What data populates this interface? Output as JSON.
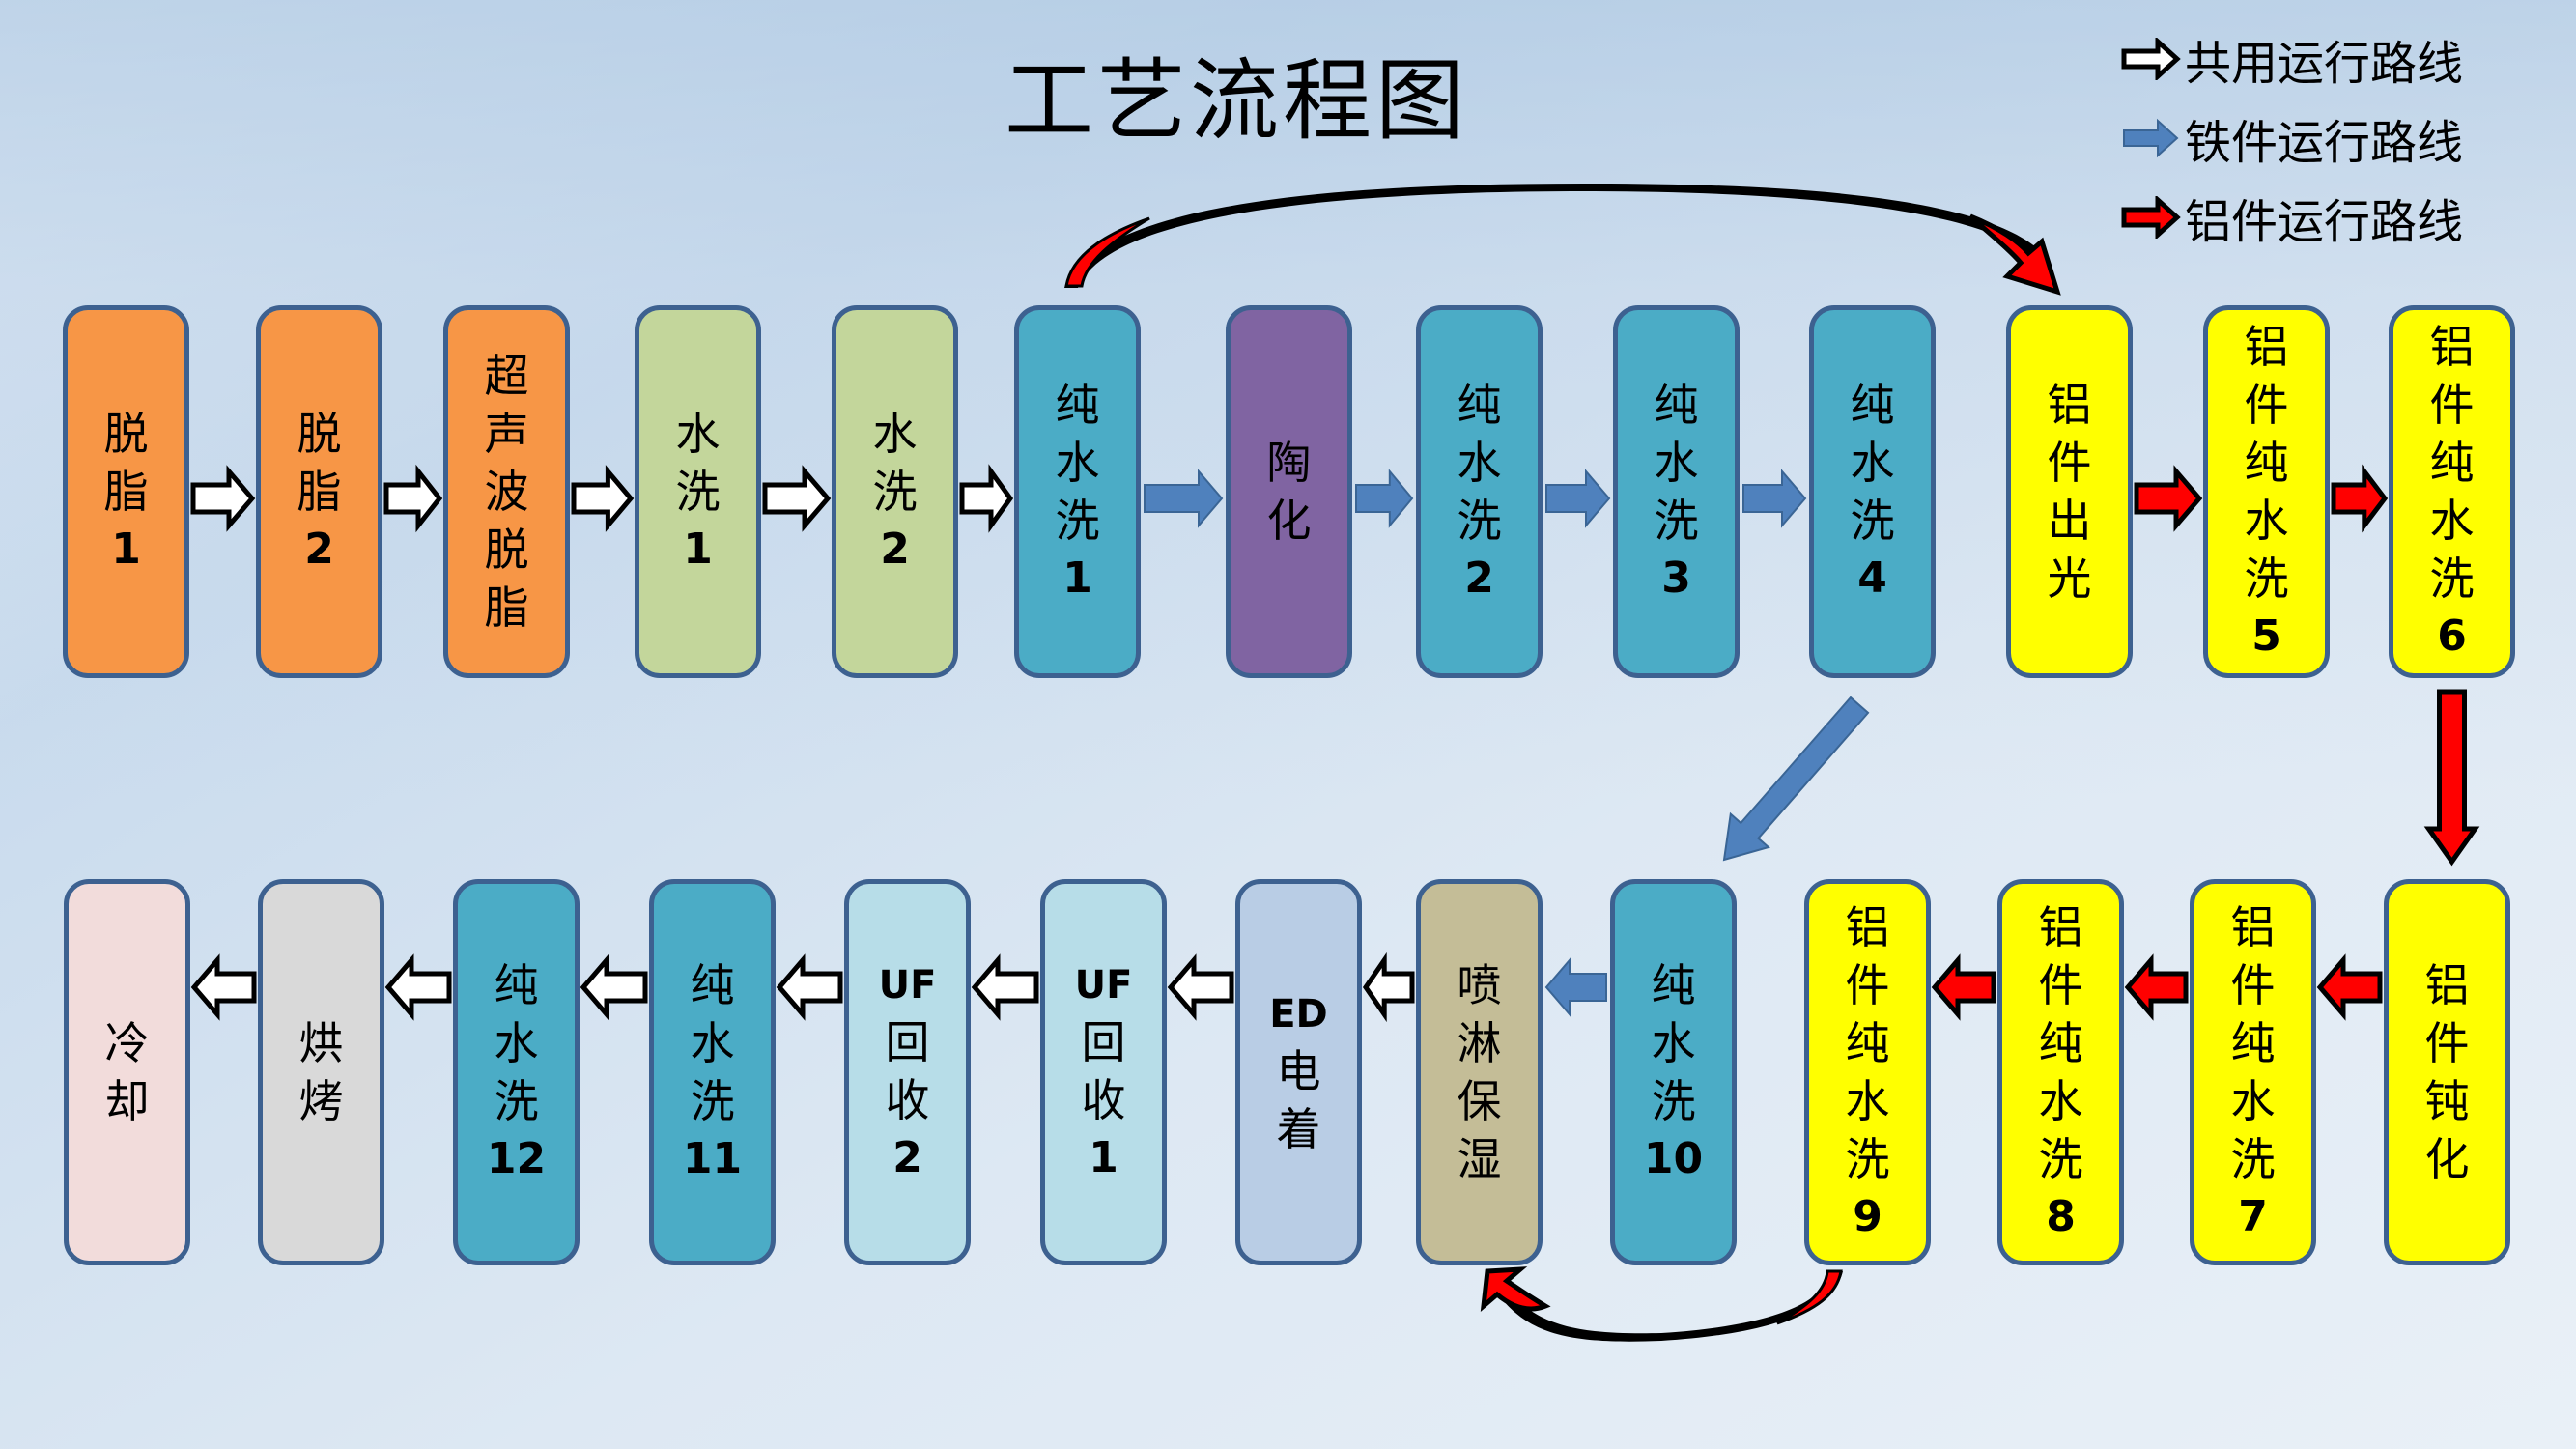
{
  "title": "工艺流程图",
  "legend": [
    {
      "label": "共用运行路线",
      "kind": "shared",
      "color": "#ffffff"
    },
    {
      "label": "铁件运行路线",
      "kind": "iron",
      "color": "#4f81bd"
    },
    {
      "label": "铝件运行路线",
      "kind": "aluminum",
      "color": "#ff0000"
    }
  ],
  "colors": {
    "orange": "#f79646",
    "green": "#c3d69b",
    "teal": "#4bacc6",
    "purple": "#8064a2",
    "yellow": "#ffff00",
    "lightblue": "#b7dde8",
    "steelblue": "#b9cde5",
    "khaki": "#c4bd97",
    "gray": "#d9d9d9",
    "pink": "#f2dcdb",
    "border": "#3d6190"
  },
  "top_row": [
    {
      "id": "s1",
      "chars": [
        "脱",
        "脂"
      ],
      "num": "1",
      "color": "orange"
    },
    {
      "id": "s2",
      "chars": [
        "脱",
        "脂"
      ],
      "num": "2",
      "color": "orange"
    },
    {
      "id": "s3",
      "chars": [
        "超",
        "声",
        "波",
        "脱",
        "脂"
      ],
      "num": "",
      "color": "orange"
    },
    {
      "id": "s4",
      "chars": [
        "水",
        "洗"
      ],
      "num": "1",
      "color": "green"
    },
    {
      "id": "s5",
      "chars": [
        "水",
        "洗"
      ],
      "num": "2",
      "color": "green"
    },
    {
      "id": "s6",
      "chars": [
        "纯",
        "水",
        "洗"
      ],
      "num": "1",
      "color": "teal"
    },
    {
      "id": "s7",
      "chars": [
        "陶",
        "化"
      ],
      "num": "",
      "color": "purple"
    },
    {
      "id": "s8",
      "chars": [
        "纯",
        "水",
        "洗"
      ],
      "num": "2",
      "color": "teal"
    },
    {
      "id": "s9",
      "chars": [
        "纯",
        "水",
        "洗"
      ],
      "num": "3",
      "color": "teal"
    },
    {
      "id": "s10",
      "chars": [
        "纯",
        "水",
        "洗"
      ],
      "num": "4",
      "color": "teal"
    },
    {
      "id": "s11",
      "chars": [
        "铝",
        "件",
        "出",
        "光"
      ],
      "num": "",
      "color": "yellow"
    },
    {
      "id": "s12",
      "chars": [
        "铝",
        "件",
        "纯",
        "水",
        "洗"
      ],
      "num": "5",
      "color": "yellow"
    },
    {
      "id": "s13",
      "chars": [
        "铝",
        "件",
        "纯",
        "水",
        "洗"
      ],
      "num": "6",
      "color": "yellow"
    }
  ],
  "bottom_row": [
    {
      "id": "b1",
      "chars": [
        "冷",
        "却"
      ],
      "prefix": "",
      "num": "",
      "color": "pink"
    },
    {
      "id": "b2",
      "chars": [
        "烘",
        "烤"
      ],
      "prefix": "",
      "num": "",
      "color": "gray"
    },
    {
      "id": "b3",
      "chars": [
        "纯",
        "水",
        "洗"
      ],
      "prefix": "",
      "num": "12",
      "color": "teal"
    },
    {
      "id": "b4",
      "chars": [
        "纯",
        "水",
        "洗"
      ],
      "prefix": "",
      "num": "11",
      "color": "teal"
    },
    {
      "id": "b5",
      "chars": [
        "回",
        "收"
      ],
      "prefix": "UF",
      "num": "2",
      "color": "lightblue"
    },
    {
      "id": "b6",
      "chars": [
        "回",
        "收"
      ],
      "prefix": "UF",
      "num": "1",
      "color": "lightblue"
    },
    {
      "id": "b7",
      "chars": [
        "电",
        "着"
      ],
      "prefix": "ED",
      "num": "",
      "color": "steelblue"
    },
    {
      "id": "b8",
      "chars": [
        "喷",
        "淋",
        "保",
        "湿"
      ],
      "prefix": "",
      "num": "",
      "color": "khaki"
    },
    {
      "id": "b9",
      "chars": [
        "纯",
        "水",
        "洗"
      ],
      "prefix": "",
      "num": "10",
      "color": "teal"
    },
    {
      "id": "b10",
      "chars": [
        "铝",
        "件",
        "纯",
        "水",
        "洗"
      ],
      "prefix": "",
      "num": "9",
      "color": "yellow"
    },
    {
      "id": "b11",
      "chars": [
        "铝",
        "件",
        "纯",
        "水",
        "洗"
      ],
      "prefix": "",
      "num": "8",
      "color": "yellow"
    },
    {
      "id": "b12",
      "chars": [
        "铝",
        "件",
        "纯",
        "水",
        "洗"
      ],
      "prefix": "",
      "num": "7",
      "color": "yellow"
    },
    {
      "id": "b13",
      "chars": [
        "铝",
        "件",
        "钝",
        "化"
      ],
      "prefix": "",
      "num": "",
      "color": "yellow"
    }
  ],
  "connections": [
    {
      "from": "s1",
      "to": "s2",
      "route": "shared"
    },
    {
      "from": "s2",
      "to": "s3",
      "route": "shared"
    },
    {
      "from": "s3",
      "to": "s4",
      "route": "shared"
    },
    {
      "from": "s4",
      "to": "s5",
      "route": "shared"
    },
    {
      "from": "s5",
      "to": "s6",
      "route": "shared"
    },
    {
      "from": "s6",
      "to": "s7",
      "route": "iron"
    },
    {
      "from": "s7",
      "to": "s8",
      "route": "iron"
    },
    {
      "from": "s8",
      "to": "s9",
      "route": "iron"
    },
    {
      "from": "s9",
      "to": "s10",
      "route": "iron"
    },
    {
      "from": "s6",
      "to": "s11",
      "route": "aluminum",
      "style": "curved-over"
    },
    {
      "from": "s11",
      "to": "s12",
      "route": "aluminum"
    },
    {
      "from": "s12",
      "to": "s13",
      "route": "aluminum"
    },
    {
      "from": "s13",
      "to": "b13",
      "route": "aluminum",
      "style": "down"
    },
    {
      "from": "b13",
      "to": "b12",
      "route": "aluminum"
    },
    {
      "from": "b12",
      "to": "b11",
      "route": "aluminum"
    },
    {
      "from": "b11",
      "to": "b10",
      "route": "aluminum"
    },
    {
      "from": "b10",
      "to": "b8",
      "route": "aluminum",
      "style": "curved-under"
    },
    {
      "from": "s10",
      "to": "b9",
      "route": "iron",
      "style": "diagonal"
    },
    {
      "from": "b9",
      "to": "b8",
      "route": "iron"
    },
    {
      "from": "b8",
      "to": "b7",
      "route": "shared"
    },
    {
      "from": "b7",
      "to": "b6",
      "route": "shared"
    },
    {
      "from": "b6",
      "to": "b5",
      "route": "shared"
    },
    {
      "from": "b5",
      "to": "b4",
      "route": "shared"
    },
    {
      "from": "b4",
      "to": "b3",
      "route": "shared"
    },
    {
      "from": "b3",
      "to": "b2",
      "route": "shared"
    },
    {
      "from": "b2",
      "to": "b1",
      "route": "shared"
    }
  ]
}
